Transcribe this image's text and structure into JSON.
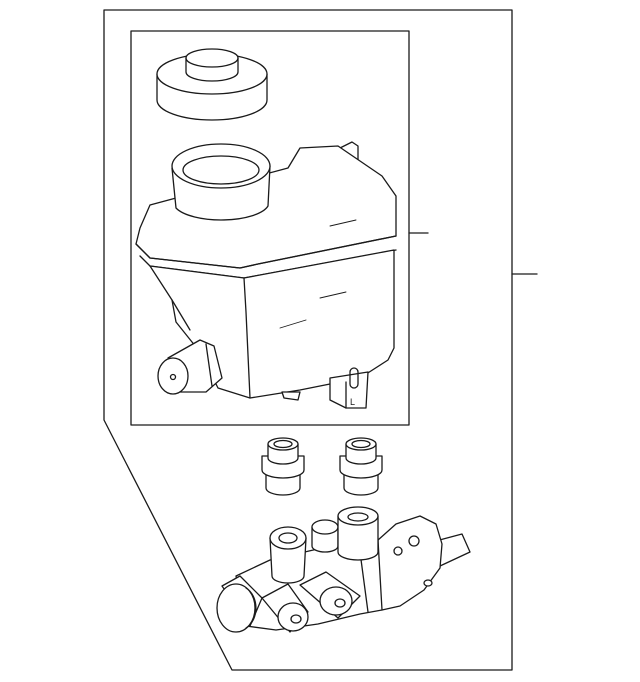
{
  "diagram": {
    "type": "exploded-parts-view",
    "colors": {
      "line": "#1a1a1a",
      "background": "#ffffff"
    },
    "reservoir_marking": "L",
    "parts": [
      {
        "name": "reservoir-cap"
      },
      {
        "name": "brake-fluid-reservoir"
      },
      {
        "name": "reservoir-grommet-left"
      },
      {
        "name": "reservoir-grommet-right"
      },
      {
        "name": "master-cylinder-body"
      }
    ]
  }
}
